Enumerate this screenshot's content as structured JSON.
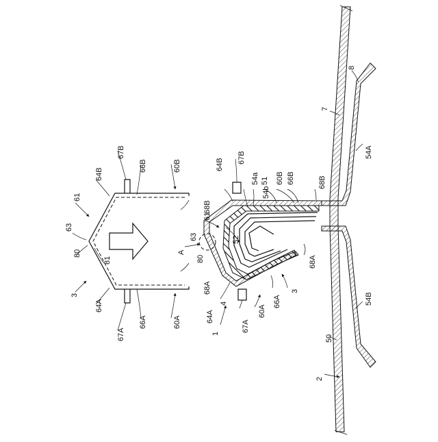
{
  "labels": {
    "l8": "8",
    "l7": "7",
    "l54A": "54A",
    "l54B": "54B",
    "l50": "50",
    "l2": "2",
    "l1": "1",
    "l3_left": "3",
    "l3_right": "3",
    "l4": "4",
    "l51": "51",
    "l52": "52",
    "l54a": "54a",
    "l54b": "54b",
    "l60A_left": "60A",
    "l60B_left": "60B",
    "l60A_right": "60A",
    "l60B_right": "60B",
    "l61_left": "61",
    "l61_right": "61",
    "l63_left": "63",
    "l63_right": "63",
    "l64A_left": "64A",
    "l64B_left": "64B",
    "l64A_right": "64A",
    "l64B_right": "64B",
    "l66A_left": "66A",
    "l66B_left": "66B",
    "l66A_right": "66A",
    "l66B_right": "66B",
    "l67A_left": "67A",
    "l67B_left": "67B",
    "l67A_right": "67A",
    "l67B_right": "67B",
    "l68A_left": "68A",
    "l68B_left": "68B",
    "l68A_right": "68A",
    "l68B_right": "68B",
    "l80_left": "80",
    "l80_right": "80",
    "l81": "81",
    "lA": "A"
  }
}
